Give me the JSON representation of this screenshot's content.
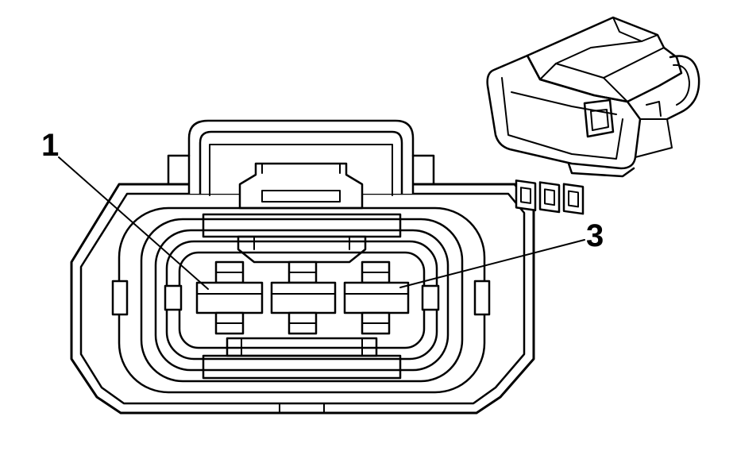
{
  "diagram": {
    "callouts": [
      {
        "id": "pin-1",
        "label": "1"
      },
      {
        "id": "pin-3",
        "label": "3"
      }
    ],
    "colors": {
      "line": "#000000",
      "background": "#ffffff"
    }
  }
}
